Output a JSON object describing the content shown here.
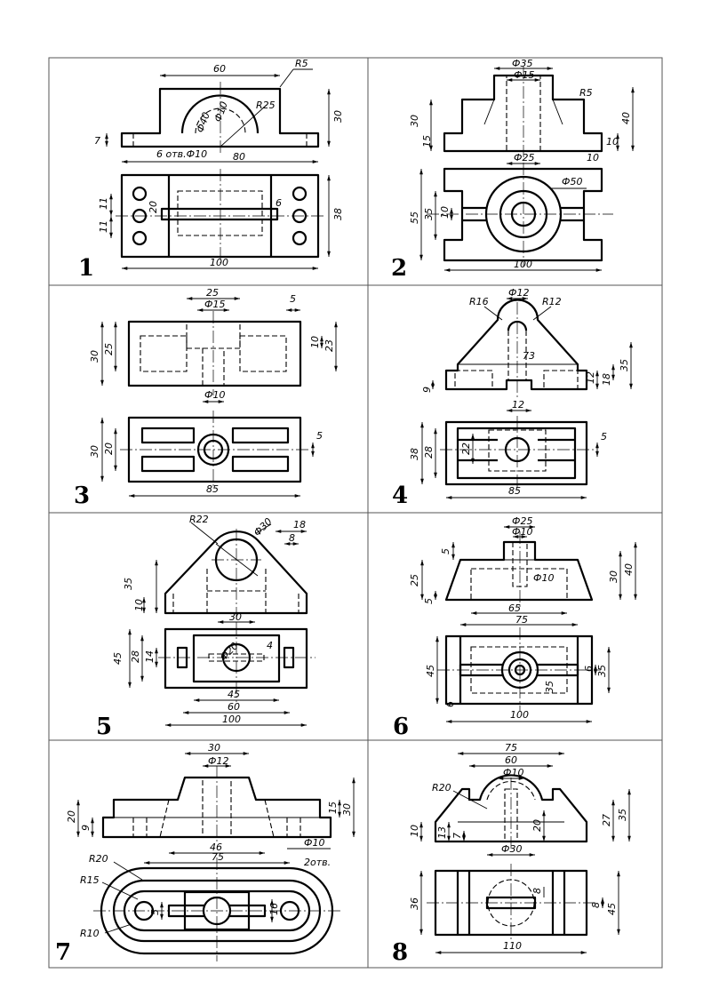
{
  "panels": [
    {
      "number": "1",
      "dims": [
        "60",
        "R5",
        "R25",
        "Ф10",
        "Ф40",
        "30",
        "7",
        "6 отв.Ф10",
        "80",
        "11",
        "11",
        "20",
        "6",
        "38",
        "100"
      ]
    },
    {
      "number": "2",
      "dims": [
        "Ф35",
        "Ф15",
        "R5",
        "30",
        "15",
        "40",
        "10",
        "Ф25",
        "10",
        "Ф50",
        "55",
        "35",
        "10",
        "100"
      ]
    },
    {
      "number": "3",
      "dims": [
        "25",
        "Ф15",
        "5",
        "30",
        "25",
        "10",
        "23",
        "Ф10",
        "30",
        "20",
        "5",
        "85"
      ]
    },
    {
      "number": "4",
      "dims": [
        "Ф12",
        "R16",
        "R12",
        "73",
        "35",
        "9",
        "12",
        "18",
        "12",
        "38",
        "28",
        "22",
        "5",
        "85"
      ]
    },
    {
      "number": "5",
      "dims": [
        "R22",
        "Ф30",
        "18",
        "8",
        "35",
        "10",
        "30",
        "45",
        "28",
        "14",
        "Ф20",
        "4",
        "45",
        "60",
        "100"
      ]
    },
    {
      "number": "6",
      "dims": [
        "Ф25",
        "Ф10",
        "5",
        "25",
        "Ф10",
        "30",
        "40",
        "5",
        "65",
        "75",
        "45",
        "6",
        "35",
        "35",
        "6",
        "100"
      ]
    },
    {
      "number": "7",
      "dims": [
        "30",
        "Ф12",
        "20",
        "9",
        "15",
        "30",
        "46",
        "Ф10",
        "2отв.",
        "75",
        "R20",
        "R15",
        "R10",
        "5",
        "16"
      ]
    },
    {
      "number": "8",
      "dims": [
        "75",
        "60",
        "Ф10",
        "R20",
        "10",
        "13",
        "7",
        "20",
        "27",
        "35",
        "Ф30",
        "36",
        "8",
        "45",
        "8",
        "110"
      ]
    }
  ]
}
